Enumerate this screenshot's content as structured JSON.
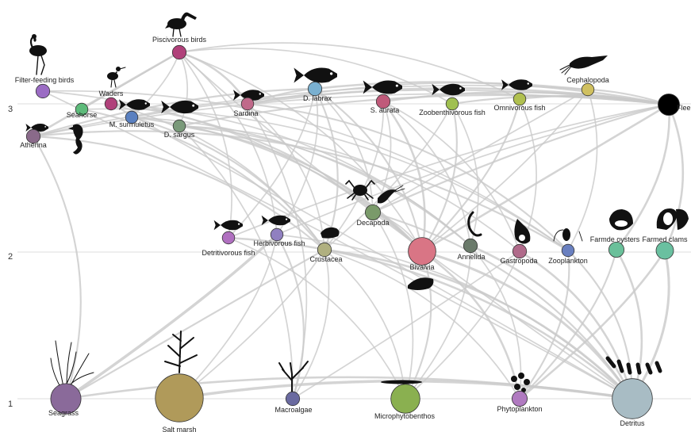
{
  "levels": [
    "1",
    "2",
    "3"
  ],
  "nodes": [
    {
      "id": "fleet",
      "label": "Flee",
      "color": "#000000",
      "value": 12
    },
    {
      "id": "piscivorous_birds",
      "label": "Piscivorous birds",
      "color": "#b0417a",
      "value": 5
    },
    {
      "id": "filter_birds",
      "label": "Filter-feeding birds",
      "color": "#9b6cc4",
      "value": 5
    },
    {
      "id": "waders",
      "label": "Waders",
      "color": "#b0417a",
      "value": 4
    },
    {
      "id": "seahorse",
      "label": "Seahorse",
      "color": "#5dbb7a",
      "value": 4
    },
    {
      "id": "m_surmuletus",
      "label": "M. surmuletus",
      "color": "#5a80c0",
      "value": 4
    },
    {
      "id": "atherina",
      "label": "Atherina",
      "color": "#8a6a8a",
      "value": 5
    },
    {
      "id": "d_sargus",
      "label": "D. sargus",
      "color": "#7a9a7a",
      "value": 4
    },
    {
      "id": "sardina",
      "label": "Sardina",
      "color": "#c06a8a",
      "value": 4
    },
    {
      "id": "d_labrax",
      "label": "D. labrax",
      "color": "#7ab0d0",
      "value": 5
    },
    {
      "id": "s_aurata",
      "label": "S. aurata",
      "color": "#c05a7a",
      "value": 5
    },
    {
      "id": "zoobenthivorous_fish",
      "label": "Zoobenthivorous fish",
      "color": "#a0c050",
      "value": 4
    },
    {
      "id": "omnivorous_fish",
      "label": "Omnivorous fish",
      "color": "#b0c050",
      "value": 4
    },
    {
      "id": "cephalopoda",
      "label": "Cephalopoda",
      "color": "#d0c060",
      "value": 4
    },
    {
      "id": "decapoda",
      "label": "Decapoda",
      "color": "#7a9a6a",
      "value": 6
    },
    {
      "id": "detritivorous_fish",
      "label": "Detritivorous fish",
      "color": "#b070c0",
      "value": 4
    },
    {
      "id": "herbivorous_fish",
      "label": "Herbivorous fish",
      "color": "#9080c0",
      "value": 4
    },
    {
      "id": "crustacea",
      "label": "Crustacea",
      "color": "#b0b080",
      "value": 5
    },
    {
      "id": "bivalvia",
      "label": "Bivalvia",
      "color": "#d97585",
      "value": 20
    },
    {
      "id": "annelida",
      "label": "Annelida",
      "color": "#6a7a6a",
      "value": 5
    },
    {
      "id": "gastropoda",
      "label": "Gastropoda",
      "color": "#b06a8a",
      "value": 5
    },
    {
      "id": "zooplankton",
      "label": "Zooplankton",
      "color": "#6a80c0",
      "value": 4
    },
    {
      "id": "farmed_oysters",
      "label": "Farmde oysters",
      "color": "#6ac09a",
      "value": 6
    },
    {
      "id": "farmed_clams",
      "label": "Farmed clams",
      "color": "#6ac0a0",
      "value": 8
    },
    {
      "id": "seagrass",
      "label": "Seagrass",
      "color": "#8a6a9a",
      "value": 24
    },
    {
      "id": "salt_marsh",
      "label": "Salt marsh",
      "color": "#b09a5a",
      "value": 60
    },
    {
      "id": "macroalgae",
      "label": "Macroalgae",
      "color": "#6a6aa0",
      "value": 5
    },
    {
      "id": "microphytobenthos",
      "label": "Microphytobenthos",
      "color": "#8ab050",
      "value": 22
    },
    {
      "id": "phytoplankton",
      "label": "Phytoplankton",
      "color": "#b07ac0",
      "value": 6
    },
    {
      "id": "detritus",
      "label": "Detritus",
      "color": "#a8bcc4",
      "value": 42
    }
  ],
  "links": [
    [
      "seagrass",
      "herbivorous_fish",
      3
    ],
    [
      "seagrass",
      "crustacea",
      1.5
    ],
    [
      "seagrass",
      "atherina",
      1.5
    ],
    [
      "seagrass",
      "detritus",
      2
    ],
    [
      "salt_marsh",
      "detritus",
      3
    ],
    [
      "salt_marsh",
      "crustacea",
      1
    ],
    [
      "salt_marsh",
      "herbivorous_fish",
      1
    ],
    [
      "macroalgae",
      "herbivorous_fish",
      1.5
    ],
    [
      "macroalgae",
      "crustacea",
      1
    ],
    [
      "macroalgae",
      "gastropoda",
      1
    ],
    [
      "macroalgae",
      "d_sargus",
      1
    ],
    [
      "macroalgae",
      "sardina",
      1
    ],
    [
      "microphytobenthos",
      "bivalvia",
      1.5
    ],
    [
      "microphytobenthos",
      "annelida",
      1
    ],
    [
      "microphytobenthos",
      "gastropoda",
      1
    ],
    [
      "microphytobenthos",
      "crustacea",
      1
    ],
    [
      "microphytobenthos",
      "detritivorous_fish",
      1
    ],
    [
      "microphytobenthos",
      "decapoda",
      1
    ],
    [
      "phytoplankton",
      "bivalvia",
      2
    ],
    [
      "phytoplankton",
      "zooplankton",
      1.5
    ],
    [
      "phytoplankton",
      "farmed_oysters",
      1.5
    ],
    [
      "phytoplankton",
      "farmed_clams",
      2
    ],
    [
      "phytoplankton",
      "annelida",
      1
    ],
    [
      "phytoplankton",
      "crustacea",
      1
    ],
    [
      "detritus",
      "bivalvia",
      2.5
    ],
    [
      "detritus",
      "annelida",
      2
    ],
    [
      "detritus",
      "gastropoda",
      2
    ],
    [
      "detritus",
      "zooplankton",
      1.5
    ],
    [
      "detritus",
      "farmed_clams",
      2.5
    ],
    [
      "detritus",
      "farmed_oysters",
      2
    ],
    [
      "detritus",
      "crustacea",
      2
    ],
    [
      "detritus",
      "detritivorous_fish",
      2
    ],
    [
      "detritus",
      "decapoda",
      1.5
    ],
    [
      "detritus",
      "herbivorous_fish",
      1
    ],
    [
      "bivalvia",
      "d_labrax",
      1.5
    ],
    [
      "bivalvia",
      "s_aurata",
      2
    ],
    [
      "bivalvia",
      "zoobenthivorous_fish",
      1.5
    ],
    [
      "bivalvia",
      "d_sargus",
      1.5
    ],
    [
      "bivalvia",
      "m_surmuletus",
      1.5
    ],
    [
      "bivalvia",
      "filter_birds",
      1
    ],
    [
      "bivalvia",
      "waders",
      1.5
    ],
    [
      "bivalvia",
      "cephalopoda",
      1
    ],
    [
      "bivalvia",
      "fleet",
      2
    ],
    [
      "bivalvia",
      "omnivorous_fish",
      1.5
    ],
    [
      "bivalvia",
      "piscivorous_birds",
      1
    ],
    [
      "bivalvia",
      "decapoda",
      1
    ],
    [
      "crustacea",
      "atherina",
      1.5
    ],
    [
      "crustacea",
      "seahorse",
      1.5
    ],
    [
      "crustacea",
      "sardina",
      1
    ],
    [
      "crustacea",
      "m_surmuletus",
      1.5
    ],
    [
      "crustacea",
      "d_labrax",
      1.5
    ],
    [
      "crustacea",
      "s_aurata",
      1
    ],
    [
      "crustacea",
      "zoobenthivorous_fish",
      1
    ],
    [
      "crustacea",
      "waders",
      1
    ],
    [
      "annelida",
      "d_sargus",
      1
    ],
    [
      "annelida",
      "m_surmuletus",
      1
    ],
    [
      "annelida",
      "waders",
      1
    ],
    [
      "annelida",
      "s_aurata",
      1
    ],
    [
      "annelida",
      "zoobenthivorous_fish",
      1
    ],
    [
      "gastropoda",
      "s_aurata",
      1
    ],
    [
      "gastropoda",
      "d_sargus",
      1
    ],
    [
      "gastropoda",
      "omnivorous_fish",
      1
    ],
    [
      "zooplankton",
      "atherina",
      1.5
    ],
    [
      "zooplankton",
      "sardina",
      1.5
    ],
    [
      "zooplankton",
      "seahorse",
      1
    ],
    [
      "zooplankton",
      "cephalopoda",
      1
    ],
    [
      "zooplankton",
      "filter_birds",
      1
    ],
    [
      "decapoda",
      "d_labrax",
      1
    ],
    [
      "decapoda",
      "cephalopoda",
      1
    ],
    [
      "decapoda",
      "fleet",
      1.5
    ],
    [
      "decapoda",
      "s_aurata",
      1
    ],
    [
      "farmed_oysters",
      "fleet",
      2
    ],
    [
      "farmed_clams",
      "fleet",
      2
    ],
    [
      "detritivorous_fish",
      "d_labrax",
      1
    ],
    [
      "detritivorous_fish",
      "piscivorous_birds",
      1
    ],
    [
      "detritivorous_fish",
      "fleet",
      1
    ],
    [
      "herbivorous_fish",
      "piscivorous_birds",
      1
    ],
    [
      "herbivorous_fish",
      "d_labrax",
      1
    ],
    [
      "herbivorous_fish",
      "fleet",
      1
    ],
    [
      "atherina",
      "piscivorous_birds",
      2
    ],
    [
      "sardina",
      "piscivorous_birds",
      2
    ],
    [
      "d_sargus",
      "piscivorous_birds",
      1
    ],
    [
      "m_surmuletus",
      "piscivorous_birds",
      1
    ],
    [
      "seahorse",
      "piscivorous_birds",
      1
    ],
    [
      "atherina",
      "d_labrax",
      1.5
    ],
    [
      "sardina",
      "d_labrax",
      1.5
    ],
    [
      "sardina",
      "cephalopoda",
      1
    ],
    [
      "atherina",
      "cephalopoda",
      1
    ],
    [
      "d_labrax",
      "fleet",
      2
    ],
    [
      "s_aurata",
      "fleet",
      2
    ],
    [
      "d_sargus",
      "fleet",
      1.5
    ],
    [
      "sardina",
      "fleet",
      2
    ],
    [
      "m_surmuletus",
      "fleet",
      1
    ],
    [
      "omnivorous_fish",
      "fleet",
      1.5
    ],
    [
      "zoobenthivorous_fish",
      "fleet",
      1.5
    ],
    [
      "cephalopoda",
      "fleet",
      1.5
    ],
    [
      "atherina",
      "fleet",
      1
    ],
    [
      "omnivorous_fish",
      "piscivorous_birds",
      1
    ],
    [
      "zoobenthivorous_fish",
      "piscivorous_birds",
      1
    ],
    [
      "filter_birds",
      "detritus",
      1
    ],
    [
      "waders",
      "detritus",
      1
    ],
    [
      "piscivorous_birds",
      "detritus",
      1
    ]
  ],
  "colors": {
    "link": "#c9c9c9",
    "grid": "#dddddd",
    "silhouette": "#111111"
  }
}
